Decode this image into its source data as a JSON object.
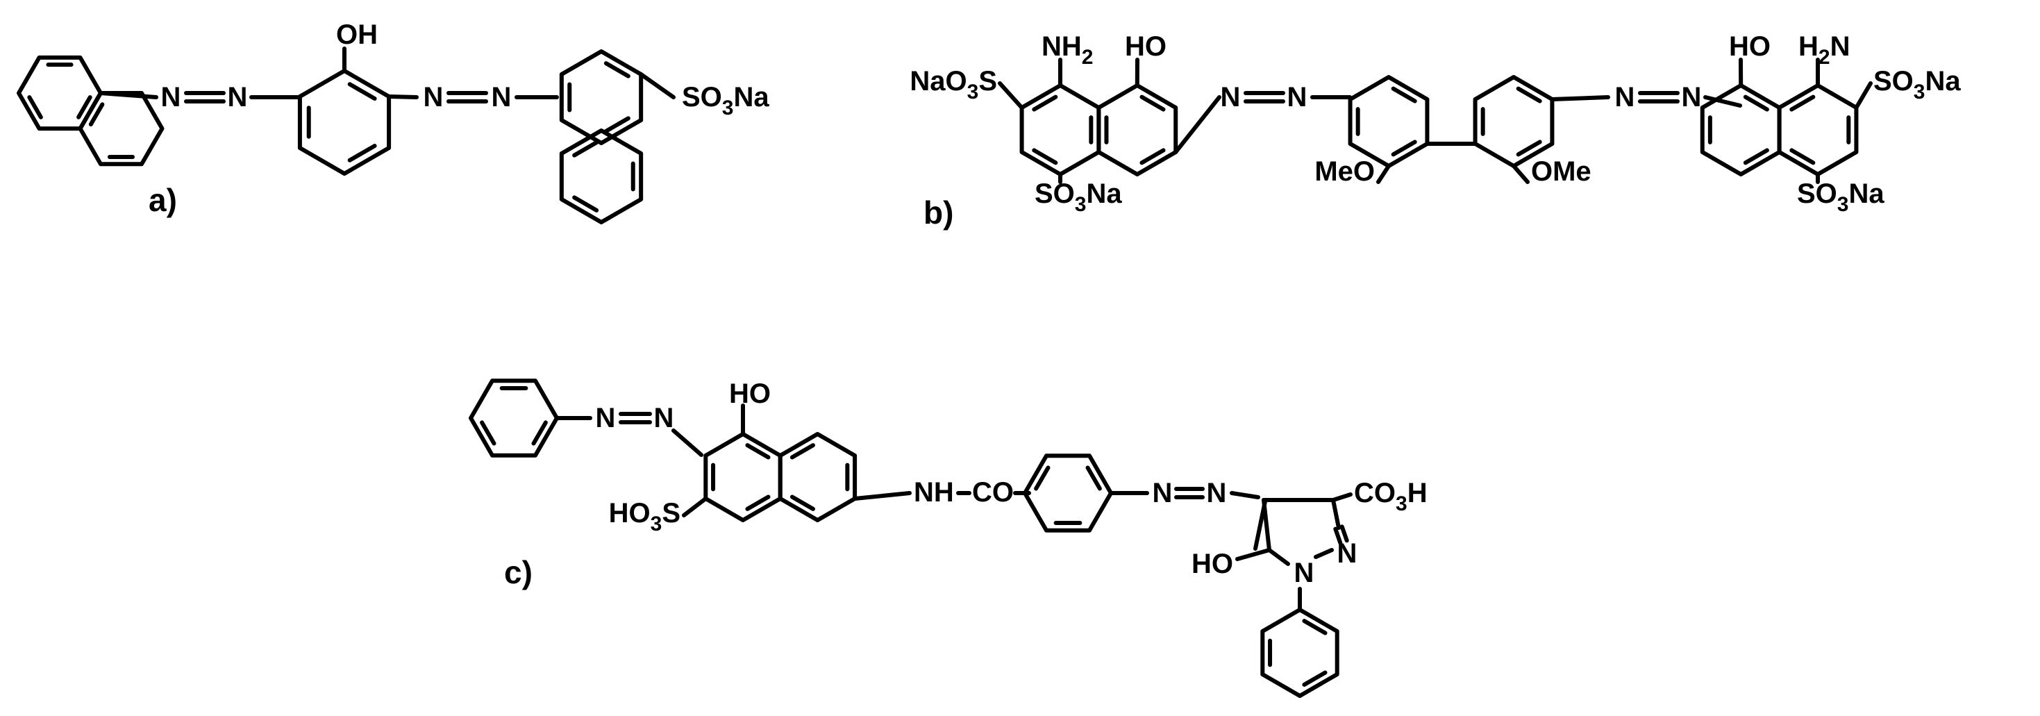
{
  "figure": {
    "background": "#ffffff",
    "ink": "#000000",
    "panels": [
      {
        "label": "a)",
        "labels": [
          {
            "parts": [
              {
                "t": "OH"
              }
            ]
          },
          {
            "parts": [
              {
                "t": "N"
              }
            ]
          },
          {
            "parts": [
              {
                "t": "N"
              }
            ]
          },
          {
            "parts": [
              {
                "t": "N"
              }
            ]
          },
          {
            "parts": [
              {
                "t": "N"
              }
            ]
          },
          {
            "parts": [
              {
                "t": "SO"
              },
              {
                "t": "3",
                "sub": true
              },
              {
                "t": "Na"
              }
            ]
          }
        ]
      },
      {
        "label": "b)",
        "labels": [
          {
            "parts": [
              {
                "t": "NH"
              },
              {
                "t": "2",
                "sub": true
              }
            ]
          },
          {
            "parts": [
              {
                "t": "HO"
              }
            ]
          },
          {
            "parts": [
              {
                "t": "NaO"
              },
              {
                "t": "3",
                "sub": true
              },
              {
                "t": "S"
              }
            ]
          },
          {
            "parts": [
              {
                "t": "SO"
              },
              {
                "t": "3",
                "sub": true
              },
              {
                "t": "Na"
              }
            ]
          },
          {
            "parts": [
              {
                "t": "N"
              }
            ]
          },
          {
            "parts": [
              {
                "t": "N"
              }
            ]
          },
          {
            "parts": [
              {
                "t": "MeO"
              }
            ]
          },
          {
            "parts": [
              {
                "t": "OMe"
              }
            ]
          },
          {
            "parts": [
              {
                "t": "N"
              }
            ]
          },
          {
            "parts": [
              {
                "t": "N"
              }
            ]
          },
          {
            "parts": [
              {
                "t": "HO"
              }
            ]
          },
          {
            "parts": [
              {
                "t": "H"
              },
              {
                "t": "2",
                "sub": true
              },
              {
                "t": "N"
              }
            ]
          },
          {
            "parts": [
              {
                "t": "SO"
              },
              {
                "t": "3",
                "sub": true
              },
              {
                "t": "Na"
              }
            ]
          },
          {
            "parts": [
              {
                "t": "SO"
              },
              {
                "t": "3",
                "sub": true
              },
              {
                "t": "Na"
              }
            ]
          }
        ]
      },
      {
        "label": "c)",
        "labels": [
          {
            "parts": [
              {
                "t": "N"
              }
            ]
          },
          {
            "parts": [
              {
                "t": "N"
              }
            ]
          },
          {
            "parts": [
              {
                "t": "HO"
              }
            ]
          },
          {
            "parts": [
              {
                "t": "HO"
              },
              {
                "t": "3",
                "sub": true
              },
              {
                "t": "S"
              }
            ]
          },
          {
            "parts": [
              {
                "t": "NH"
              }
            ]
          },
          {
            "parts": [
              {
                "t": "CO"
              }
            ]
          },
          {
            "parts": [
              {
                "t": "N"
              }
            ]
          },
          {
            "parts": [
              {
                "t": "N"
              }
            ]
          },
          {
            "parts": [
              {
                "t": "CO"
              },
              {
                "t": "3",
                "sub": true
              },
              {
                "t": "H"
              }
            ]
          },
          {
            "parts": [
              {
                "t": "N"
              }
            ]
          },
          {
            "parts": [
              {
                "t": "N"
              }
            ]
          },
          {
            "parts": [
              {
                "t": "HO"
              }
            ]
          }
        ]
      }
    ]
  }
}
